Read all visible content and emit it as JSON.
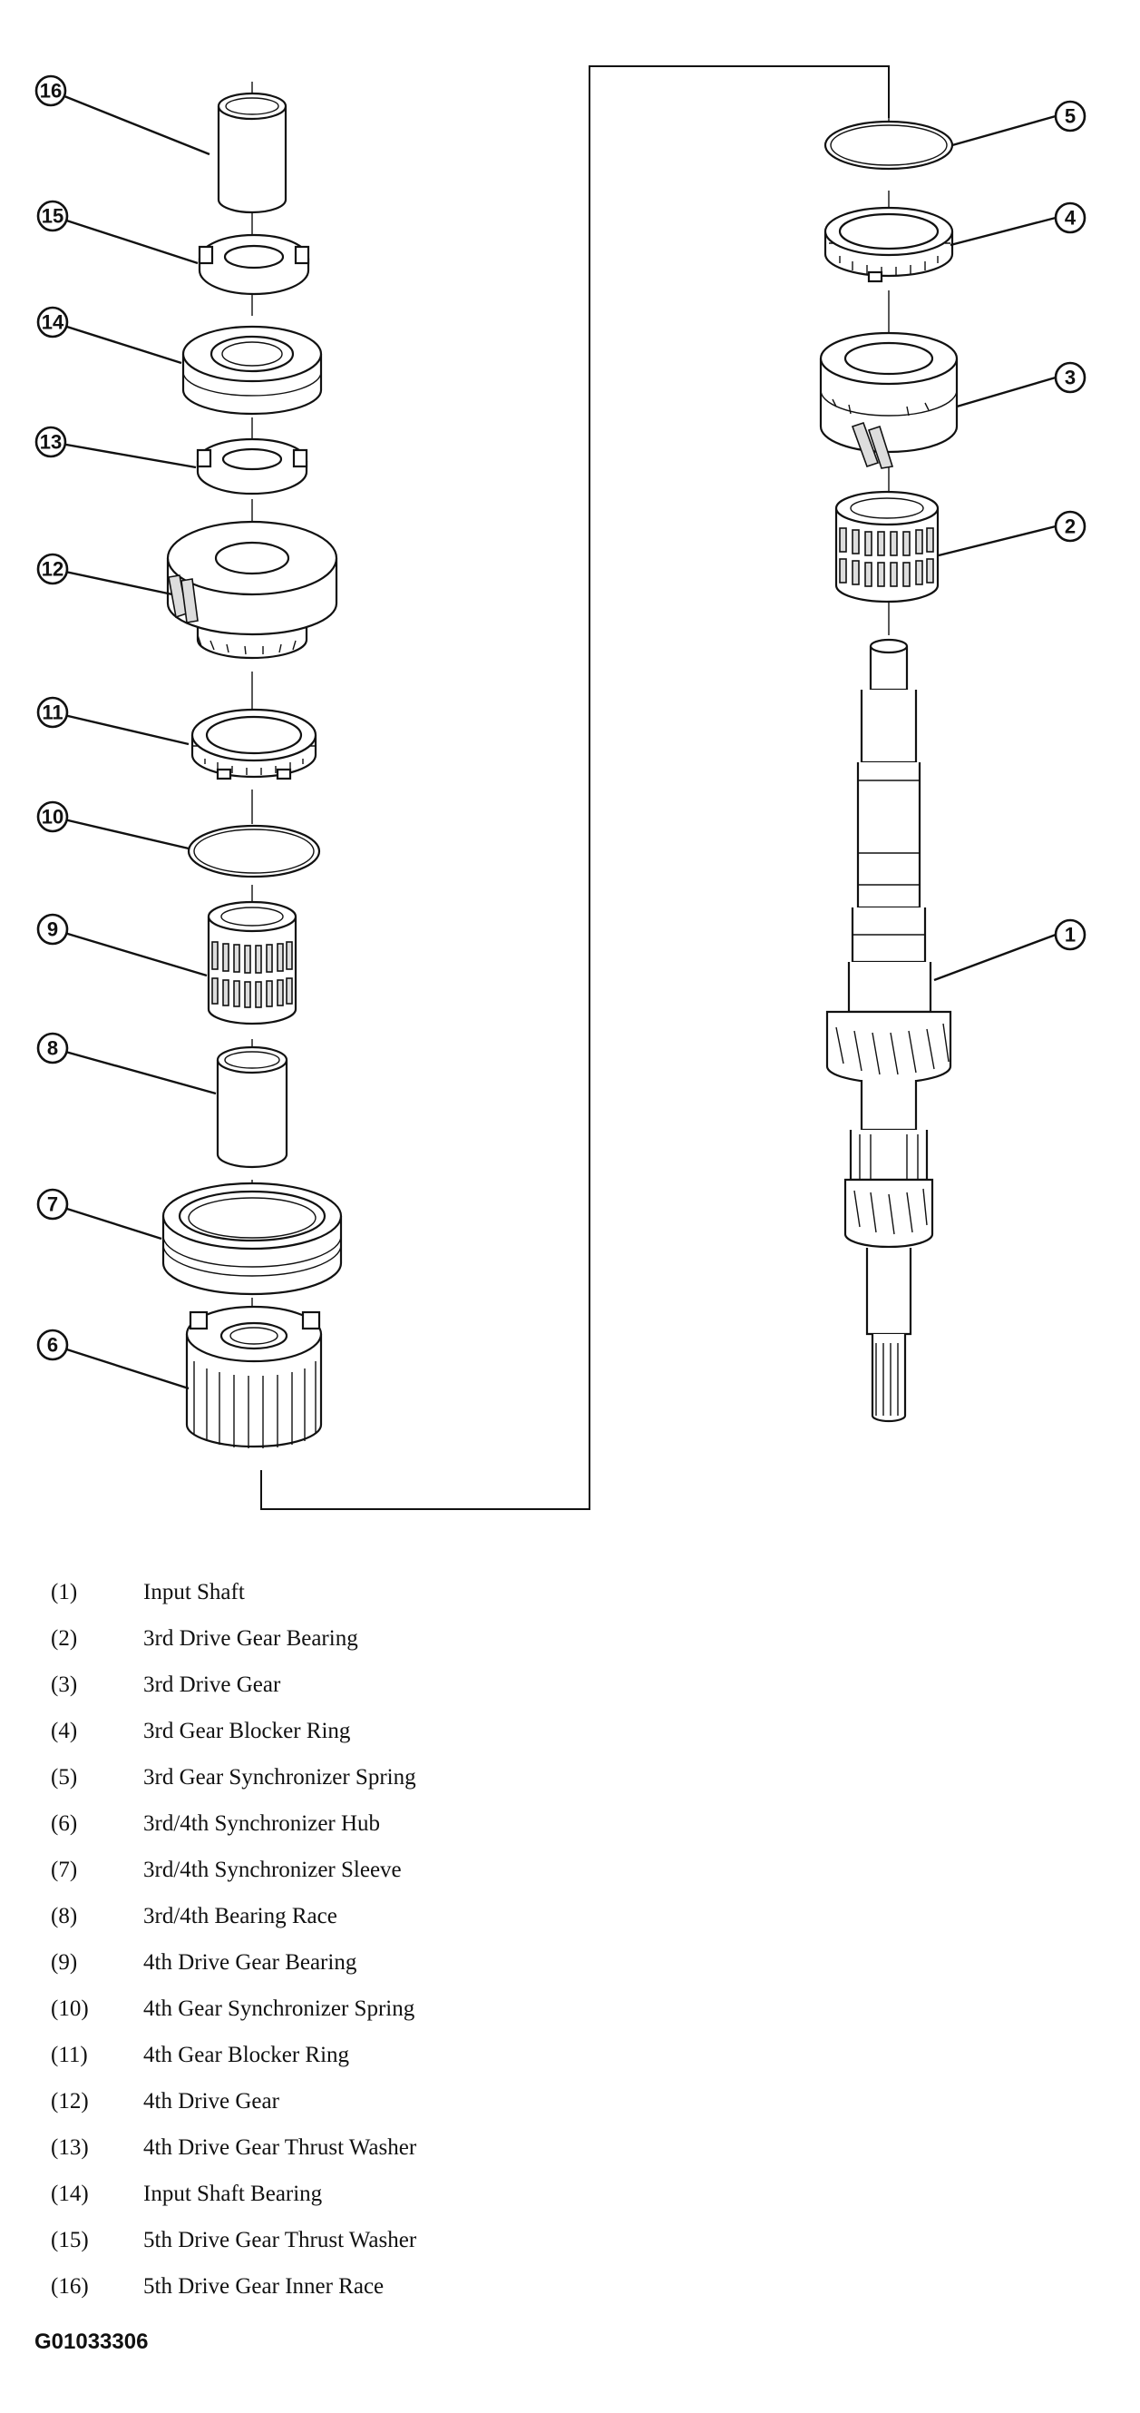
{
  "callouts": [
    "1",
    "2",
    "3",
    "4",
    "5",
    "6",
    "7",
    "8",
    "9",
    "10",
    "11",
    "12",
    "13",
    "14",
    "15",
    "16"
  ],
  "legend": [
    {
      "num": "(1)",
      "label": "Input Shaft"
    },
    {
      "num": "(2)",
      "label": "3rd Drive Gear Bearing"
    },
    {
      "num": "(3)",
      "label": "3rd Drive Gear"
    },
    {
      "num": "(4)",
      "label": "3rd Gear Blocker Ring"
    },
    {
      "num": "(5)",
      "label": "3rd Gear Synchronizer Spring"
    },
    {
      "num": "(6)",
      "label": "3rd/4th Synchronizer Hub"
    },
    {
      "num": "(7)",
      "label": "3rd/4th Synchronizer Sleeve"
    },
    {
      "num": "(8)",
      "label": "3rd/4th Bearing Race"
    },
    {
      "num": "(9)",
      "label": "4th Drive Gear Bearing"
    },
    {
      "num": "(10)",
      "label": "4th Gear Synchronizer Spring"
    },
    {
      "num": "(11)",
      "label": "4th Gear Blocker Ring"
    },
    {
      "num": "(12)",
      "label": "4th Drive Gear"
    },
    {
      "num": "(13)",
      "label": "4th Drive Gear Thrust Washer"
    },
    {
      "num": "(14)",
      "label": "Input Shaft Bearing"
    },
    {
      "num": "(15)",
      "label": "5th Drive Gear Thrust Washer"
    },
    {
      "num": "(16)",
      "label": "5th Drive Gear Inner Race"
    }
  ],
  "figure_code": "G01033306"
}
